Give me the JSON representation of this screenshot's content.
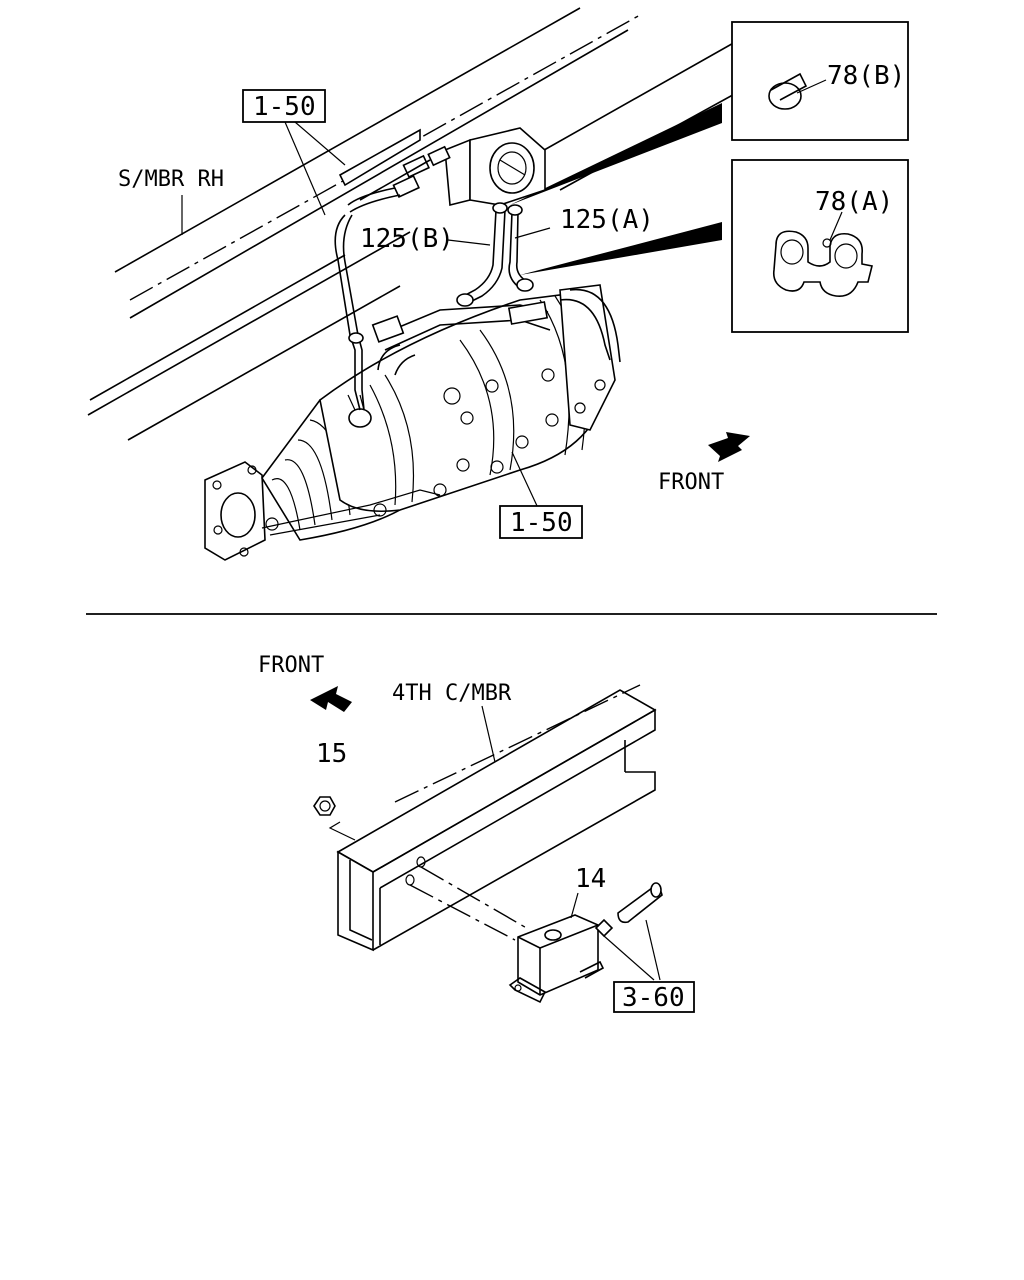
{
  "upper": {
    "ref_1_50_top": "1-50",
    "ref_1_50_bottom": "1-50",
    "smbr_rh": "S/MBR RH",
    "part_125a": "125(A)",
    "part_125b": "125(B)",
    "front": "FRONT",
    "detail_b": "78(B)",
    "detail_a": "78(A)"
  },
  "lower": {
    "front": "FRONT",
    "cross_member": "4TH C/MBR",
    "part_15": "15",
    "part_14": "14",
    "ref_3_60": "3-60"
  }
}
